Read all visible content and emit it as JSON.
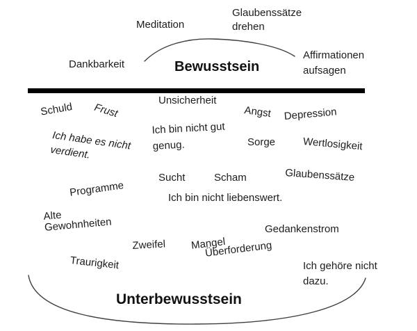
{
  "colors": {
    "background": "#ffffff",
    "text": "#1c1c1c",
    "waterline": "#000000",
    "arc": "#3f3f3f"
  },
  "conscious": {
    "title": "Bewusstsein",
    "labels": {
      "meditation": "Meditation",
      "glaubenssaetze_drehen": "Glaubenssätze\ndrehen",
      "dankbarkeit": "Dankbarkeit",
      "affirmationen_aufsagen": "Affirmationen\naufsagen"
    }
  },
  "subconscious": {
    "title": "Unterbewusstsein",
    "labels": {
      "schuld": "Schuld",
      "frust": "Frust",
      "unsicherheit": "Unsicherheit",
      "angst": "Angst",
      "depression": "Depression",
      "ich_habe_es_nicht_verdient": "Ich habe es nicht\nverdient.",
      "ich_bin_nicht_gut_genug": "Ich bin nicht gut\ngenug.",
      "sorge": "Sorge",
      "wertlosigkeit": "Wertlosigkeit",
      "glaubenssaetze": "Glaubenssätze",
      "sucht": "Sucht",
      "scham": "Scham",
      "ich_bin_nicht_liebenswert": "Ich bin nicht liebenswert.",
      "programme": "Programme",
      "alte_gewohnheiten": "Alte\nGewohnheiten",
      "gedankenstrom": "Gedankenstrom",
      "zweifel": "Zweifel",
      "mangel": "Mangel",
      "ueberforderung": "Überforderung",
      "traurigkeit": "Traurigkeit",
      "ich_gehoere_nicht_dazu": "Ich gehöre nicht\ndazu."
    }
  }
}
